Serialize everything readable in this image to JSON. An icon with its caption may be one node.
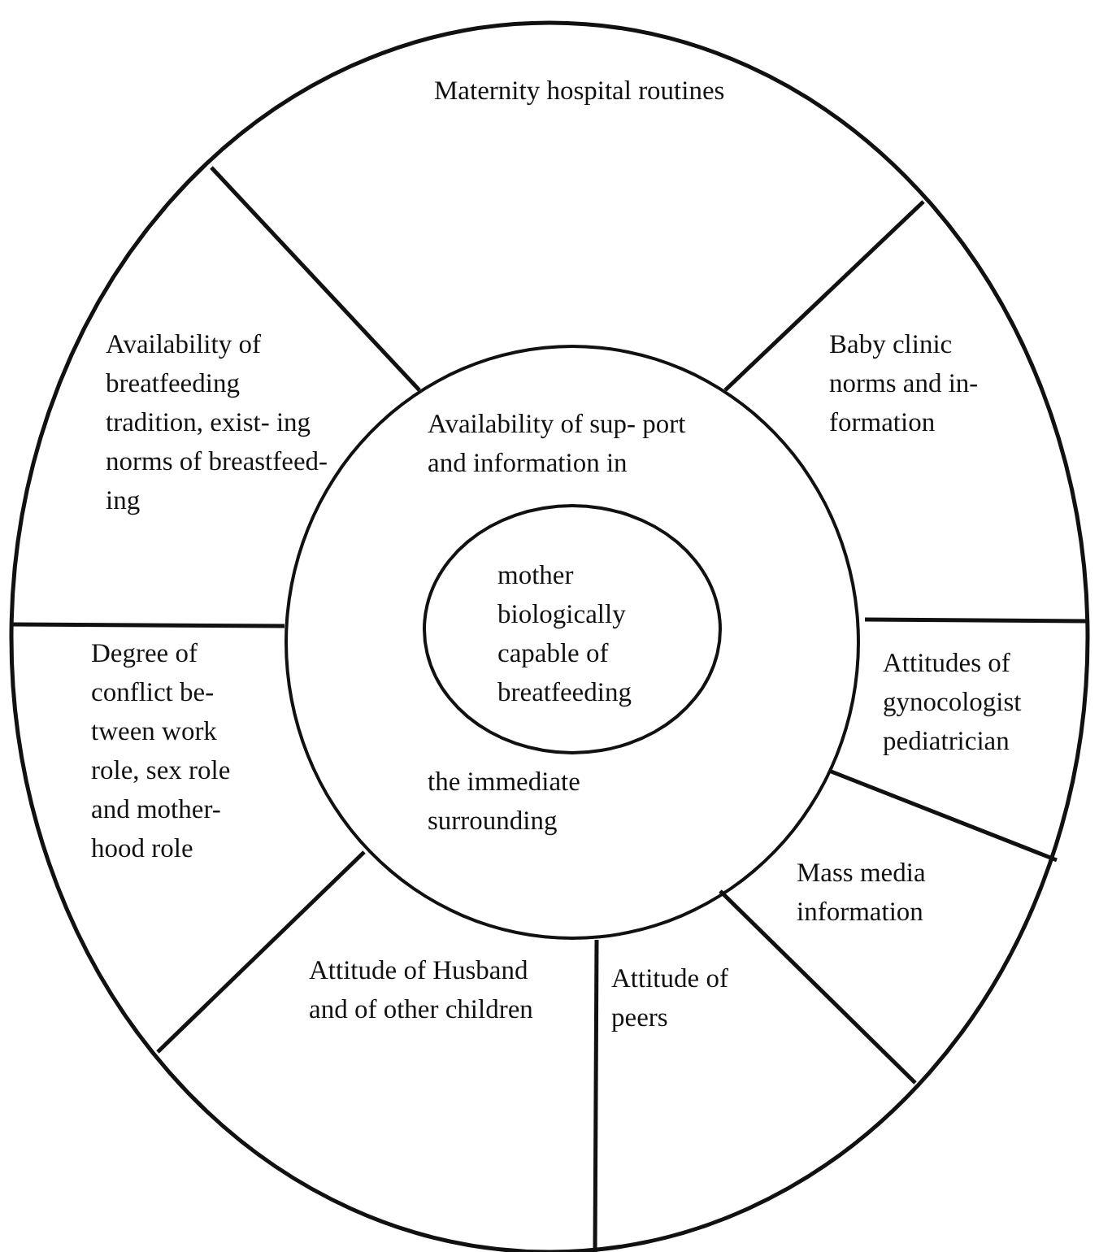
{
  "diagram": {
    "nodes": [
      {
        "text": [
          "Maternity hospital routines"
        ]
      },
      {
        "text": [
          "Availability of breatfeeding tradition, exist- ing norms of breastfeed- ing"
        ]
      },
      {
        "text": [
          "Baby clinic norms and in- formation"
        ]
      },
      {
        "text": [
          "Availability of sup- port and information in",
          "the immediate surrounding"
        ]
      },
      {
        "text": [
          "mother biologically capable of breatfeeding"
        ],
        "in": 3
      },
      {
        "text": [
          "Degree of conflict be- tween work role, sex role and mother- hood role"
        ]
      },
      {
        "text": [
          "Attitudes of gynocologist pediatrician"
        ]
      },
      {
        "text": [
          "Mass media information"
        ]
      },
      {
        "text": [
          "Attitude of Husband and of other children"
        ]
      },
      {
        "text": [
          "Attitude of peers"
        ]
      }
    ]
  }
}
